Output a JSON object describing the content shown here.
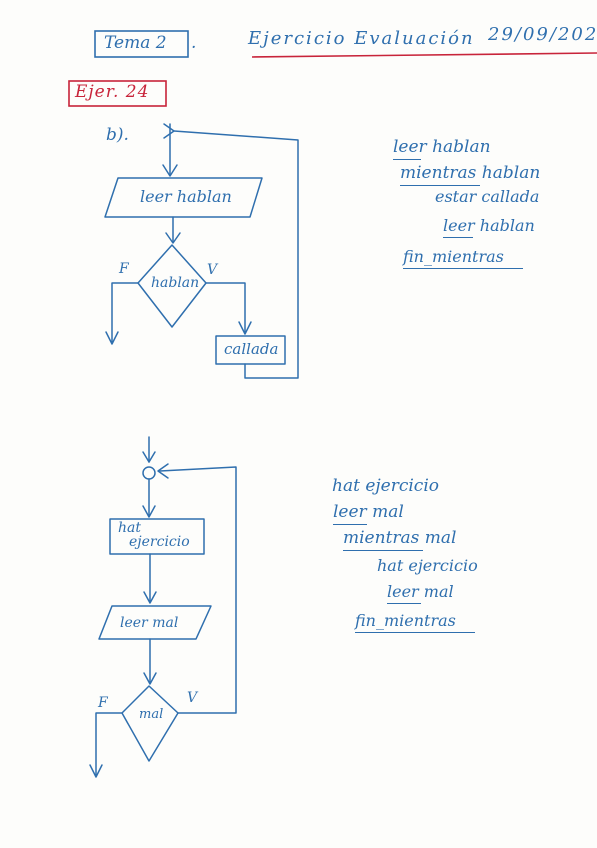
{
  "colors": {
    "ink": "#2f6fae",
    "red": "#c8243a",
    "paper": "#fdfdfb"
  },
  "header": {
    "tema": "Tema 2",
    "tema_dot": ".",
    "titulo": "Ejercicio Evaluación",
    "fecha": "29/09/202"
  },
  "ejercicio": {
    "label": "Ejer. 24",
    "apartado": "b)."
  },
  "diagrama1": {
    "entrada": "leer hablan",
    "condicion": "hablan",
    "falso": "F",
    "verdadero": "V",
    "accion": "callada"
  },
  "pseudo1": {
    "line1": "leer hablan",
    "line2": "mientras hablan",
    "line3": "estar callada",
    "line4": "leer hablan",
    "line5": "fin_mientras"
  },
  "diagrama2": {
    "accion_linea1": "hat",
    "accion_linea2": "ejercicio",
    "entrada": "leer mal",
    "condicion": "mal",
    "falso": "F",
    "verdadero": "V"
  },
  "pseudo2": {
    "line1": "hat ejercicio",
    "line2": "leer mal",
    "line3": "mientras mal",
    "line4": "hat ejercicio",
    "line5": "leer mal",
    "line6": "fin_mientras"
  }
}
